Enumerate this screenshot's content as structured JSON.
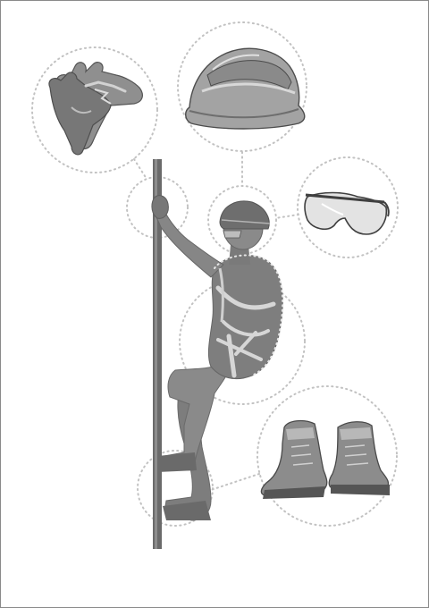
{
  "illustration": {
    "subject": "ppe-pole-climber",
    "items": [
      "gloves",
      "hard-hat",
      "safety-glasses",
      "harness",
      "boots"
    ],
    "colors": {
      "background": "#ffffff",
      "border": "#8a8a8a",
      "ink_dark": "#5e5e5e",
      "ink_mid": "#8c8c8c",
      "ink_light": "#b3b3b3",
      "highlight": "#d9d9d9",
      "dotted": "#c2c2c2"
    }
  }
}
